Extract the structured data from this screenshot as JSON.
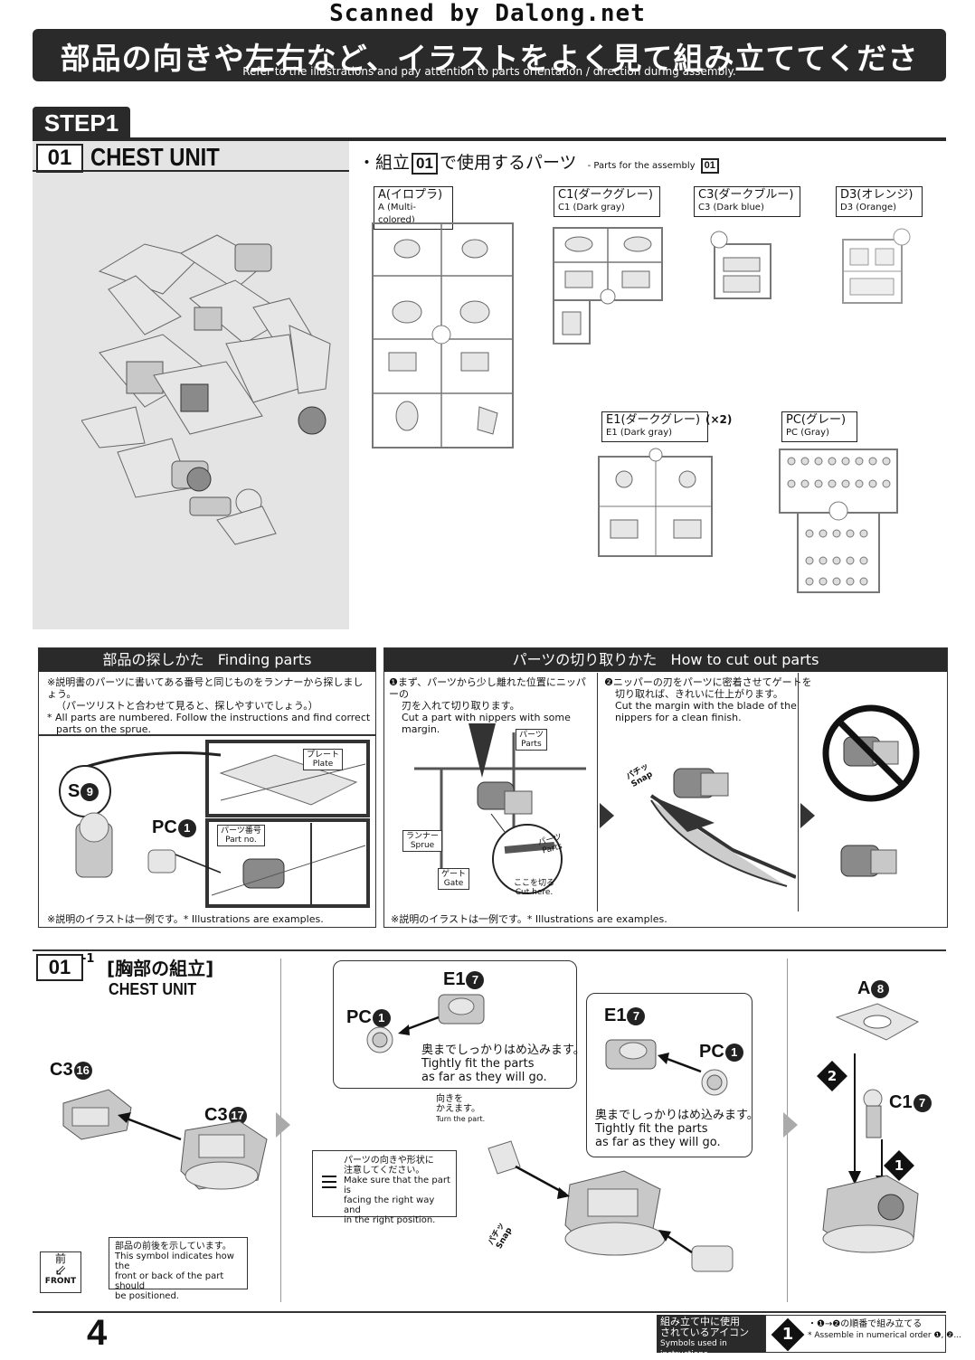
{
  "header": {
    "scanned_by": "Scanned by Dalong.net",
    "banner_jp": "部品の向きや左右など、イラストをよく見て組み立ててください。",
    "banner_en": "Refer to the illustrations and pay attention to parts orientation / direction during assembly."
  },
  "step": {
    "label": "STEP1",
    "num": "01",
    "title": "CHEST UNIT"
  },
  "parts_list": {
    "title_prefix": "・組立",
    "title_num": "01",
    "title_suffix": "で使用するパーツ",
    "title_en": "- Parts for the assembly",
    "title_en_num": "01",
    "runners": [
      {
        "jp": "A(イロプラ)",
        "en": "A (Multi-colored)"
      },
      {
        "jp": "C1(ダークグレー)",
        "en": "C1 (Dark gray)"
      },
      {
        "jp": "C3(ダークブルー)",
        "en": "C3 (Dark blue)"
      },
      {
        "jp": "D3(オレンジ)",
        "en": "D3 (Orange)"
      },
      {
        "jp": "E1(ダークグレー)",
        "en": "E1 (Dark gray)",
        "qty": "(×2)"
      },
      {
        "jp": "PC(グレー)",
        "en": "PC (Gray)"
      }
    ]
  },
  "finding": {
    "header_jp": "部品の探しかた",
    "header_en": "Finding parts",
    "note_jp1": "※説明書のパーツに書いてある番号と同じものをランナーから探しましょう。",
    "note_jp2": "（パーツリストと合わせて見ると、探しやすいでしょう。）",
    "note_en1": "* All parts are numbered. Follow the instructions and find correct",
    "note_en2": "parts on the sprue.",
    "s9_letter": "S",
    "s9_num": "9",
    "pc_letter": "PC",
    "pc_num": "1",
    "plate_jp": "プレート",
    "plate_en": "Plate",
    "partno_jp": "パーツ番号",
    "partno_en": "Part no.",
    "footnote": "※説明のイラストは一例です。* Illustrations are examples."
  },
  "cutting": {
    "header_jp": "パーツの切り取りかた",
    "header_en": "How to cut out parts",
    "step1_jp1": "❶まず、パーツから少し離れた位置にニッパーの",
    "step1_jp2": "刃を入れて切り取ります。",
    "step1_en": "Cut a part with nippers with some margin.",
    "step2_jp1": "❷ニッパーの刃をパーツに密着させてゲートを",
    "step2_jp2": "切り取れば、きれいに仕上がります。",
    "step2_en1": "Cut the margin with the blade of the",
    "step2_en2": "nippers for a clean finish.",
    "parts_jp": "パーツ",
    "parts_en": "Parts",
    "runner_jp": "ランナー",
    "runner_en": "Sprue",
    "gate_jp": "ゲート",
    "gate_en": "Gate",
    "cut_jp": "ここを切る",
    "cut_en": "Cut here.",
    "parts2_jp": "パーツ",
    "parts2_en": "Parts",
    "snap_jp": "パチッ",
    "snap_en": "Snap",
    "footnote": "※説明のイラストは一例です。* Illustrations are examples."
  },
  "substep": {
    "num": "01",
    "sub": "-1",
    "title_jp": "[胸部の組立]",
    "title_en": "CHEST UNIT",
    "c3_16": "C3",
    "c3_16n": "16",
    "c3_17": "C3",
    "c3_17n": "17",
    "pc1a": "PC",
    "pc1an": "1",
    "e17a": "E1",
    "e17an": "7",
    "fit_jp": "奥までしっかりはめ込みます。",
    "fit_en1": "Tightly fit the parts",
    "fit_en2": "as far as they will go.",
    "turn_jp1": "向きを",
    "turn_jp2": "かえます。",
    "turn_en": "Turn the part.",
    "e17b": "E1",
    "e17bn": "7",
    "pc1b": "PC",
    "pc1bn": "1",
    "fit2_jp": "奥までしっかりはめ込みます。",
    "fit2_en1": "Tightly fit the parts",
    "fit2_en2": "as far as they will go.",
    "orient_jp1": "パーツの向きや形状に",
    "orient_jp2": "注意してください。",
    "orient_en1": "Make sure that the part is",
    "orient_en2": "facing the right way and",
    "orient_en3": "in the right position.",
    "front_jp1": "部品の前後を示しています。",
    "front_en1": "This symbol indicates how the",
    "front_en2": "front or back of the part should",
    "front_en3": "be positioned.",
    "front_icon_jp": "前",
    "front_icon_en": "FRONT",
    "a8": "A",
    "a8n": "8",
    "c17": "C1",
    "c17n": "7",
    "order2": "2",
    "order1": "1",
    "snap_jp": "パチッ",
    "snap_en": "Snap"
  },
  "footer": {
    "page": "4",
    "icons_jp1": "組み立て中に使用",
    "icons_jp2": "されているアイコン",
    "icons_en": "Symbols used in instructions",
    "order_icon": "1",
    "order_jp": "・❶→❷の順番で組み立てる",
    "order_en": "* Assemble in numerical order ❶, ❷..."
  }
}
